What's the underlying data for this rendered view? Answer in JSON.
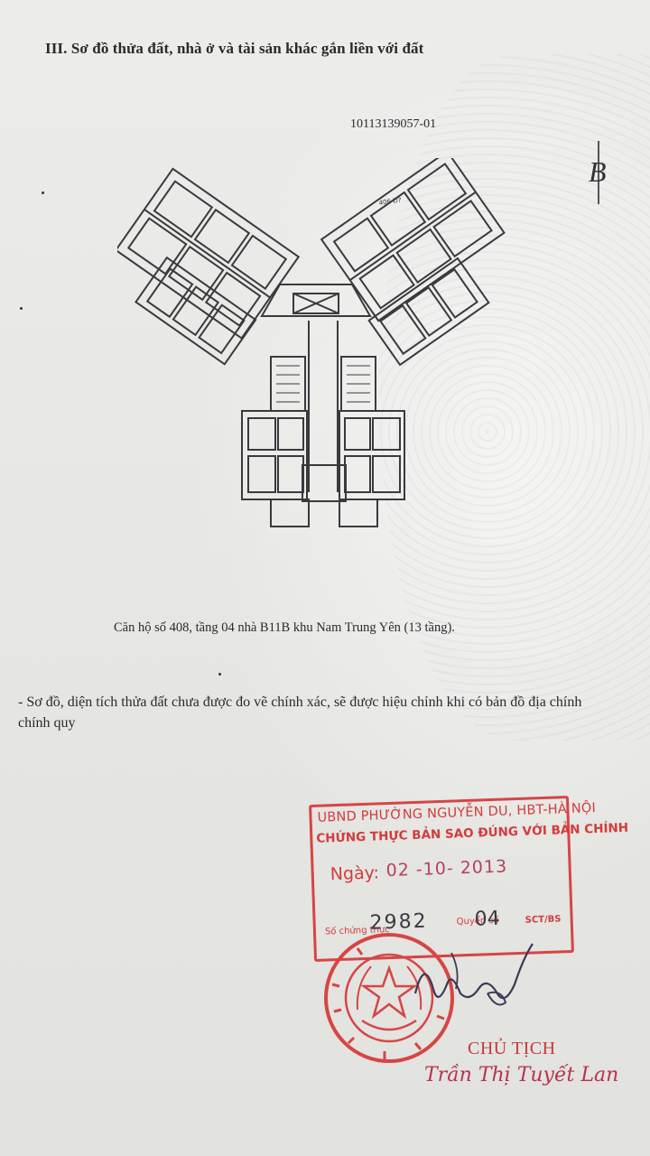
{
  "document": {
    "heading": "III. Sơ đồ thửa đất, nhà ở và tài sản khác gắn liền với đất",
    "code": "10113139057-01",
    "corner_mark": "B",
    "plan_label": "406-D?",
    "caption": "Căn hộ số 408, tầng 04 nhà B11B khu Nam Trung Yên (13 tầng).",
    "note": "- Sơ đồ, diện tích thửa đất chưa được đo vẽ chính xác, sẽ được hiệu chỉnh khi có bản đồ địa chính chính quy"
  },
  "stamp": {
    "line1": "UBND PHƯỜNG NGUYỄN DU, HBT-HÀ NỘI",
    "line2": "CHỨNG THỰC BẢN SAO ĐÚNG VỚI BẢN CHÍNH",
    "date_label": "Ngày:",
    "date_value": "02 -10- 2013",
    "number_prefix": "Số chứng thực",
    "number": "2982",
    "number_mid": "Quyển số",
    "number2": "04",
    "number_suffix": "SCT/BS",
    "color": "#d64545"
  },
  "signatory": {
    "title": "CHỦ TỊCH",
    "name": "Trần Thị Tuyết Lan"
  }
}
